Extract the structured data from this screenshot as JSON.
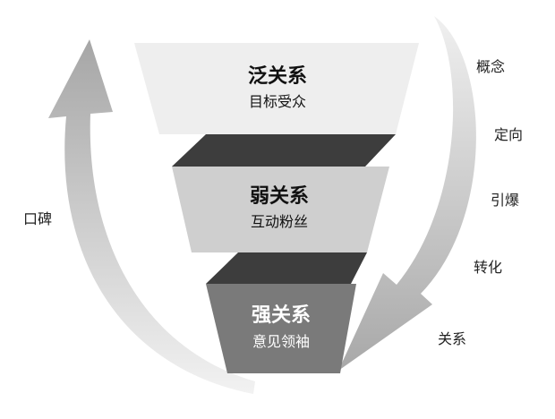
{
  "funnel": {
    "levels": [
      {
        "title": "泛关系",
        "subtitle": "目标受众"
      },
      {
        "title": "弱关系",
        "subtitle": "互动粉丝"
      },
      {
        "title": "强关系",
        "subtitle": "意见领袖"
      }
    ]
  },
  "left_cycle": {
    "label": "口碑"
  },
  "right_stages": [
    "概念",
    "定向",
    "引爆",
    "转化",
    "关系"
  ],
  "colors": {
    "level1": "#eeeeee",
    "level2": "#cfcfcf",
    "level3": "#7a7a7a",
    "connector": "#3d3d3d",
    "arrow": "#b3b3b3",
    "title_dark": "#111111",
    "title_light": "#ffffff"
  }
}
